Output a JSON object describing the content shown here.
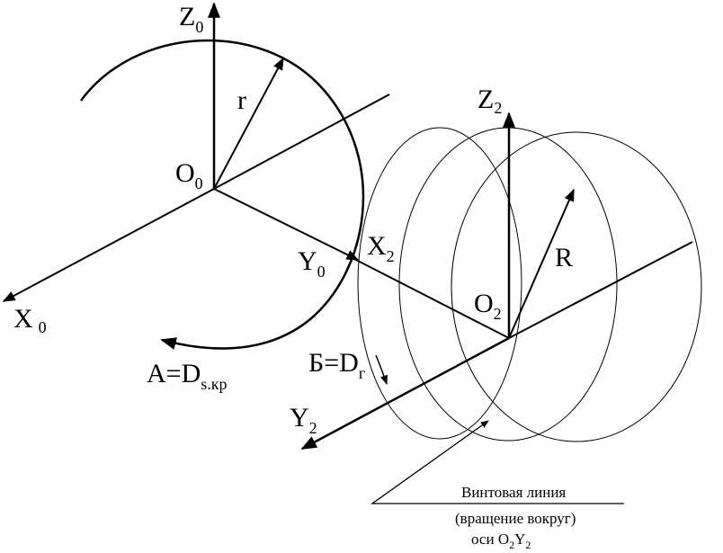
{
  "labels": {
    "z0": "Z",
    "z0_sub": "0",
    "r": "r",
    "o0": "O",
    "o0_sub": "0",
    "x0": "X",
    "x0_sub": "0",
    "y0": "Y",
    "y0_sub": "0",
    "x2": "X",
    "x2_sub": "2",
    "z2": "Z",
    "z2_sub": "2",
    "R": "R",
    "o2": "O",
    "o2_sub": "2",
    "y2": "Y",
    "y2_sub": "2",
    "a": "A=D",
    "a_sub": "s.кр",
    "b": "Б=D",
    "b_sub": "г"
  },
  "note": {
    "line1": "Винтовая линия",
    "line2": "(вращение вокруг)",
    "line3_prefix": "оси O",
    "line3_sub1": "2",
    "line3_mid": "Y",
    "line3_sub2": "2"
  }
}
